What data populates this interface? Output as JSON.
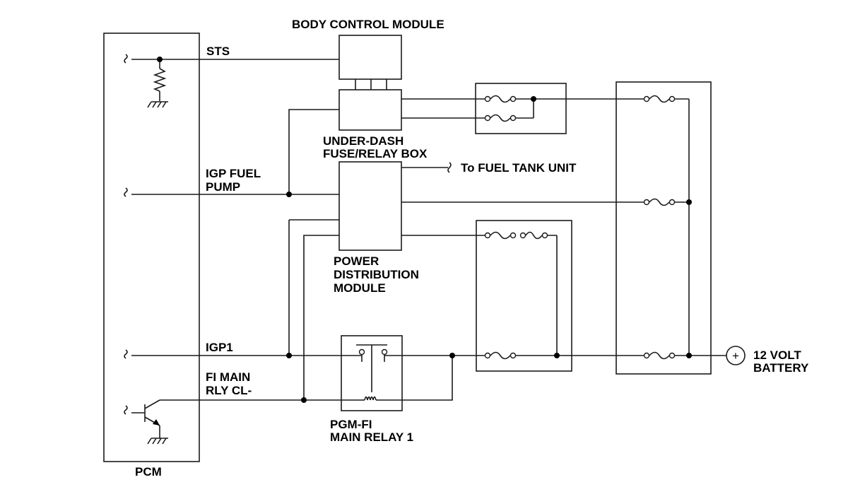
{
  "labels": {
    "body_control_module": "BODY CONTROL MODULE",
    "sts": "STS",
    "under_dash_line1": "UNDER-DASH",
    "under_dash_line2": "FUSE/RELAY BOX",
    "to_fuel_tank": "To FUEL TANK UNIT",
    "igp_fuel_line1": "IGP FUEL",
    "igp_fuel_line2": "PUMP",
    "pdm_line1": "POWER",
    "pdm_line2": "DISTRIBUTION",
    "pdm_line3": "MODULE",
    "igp1": "IGP1",
    "fi_main_line1": "FI MAIN",
    "fi_main_line2": "RLY CL-",
    "pgm_fi_line1": "PGM-FI",
    "pgm_fi_line2": "MAIN RELAY 1",
    "battery_line1": "12 VOLT",
    "battery_line2": "BATTERY",
    "pcm": "PCM",
    "battery_symbol": "+"
  }
}
